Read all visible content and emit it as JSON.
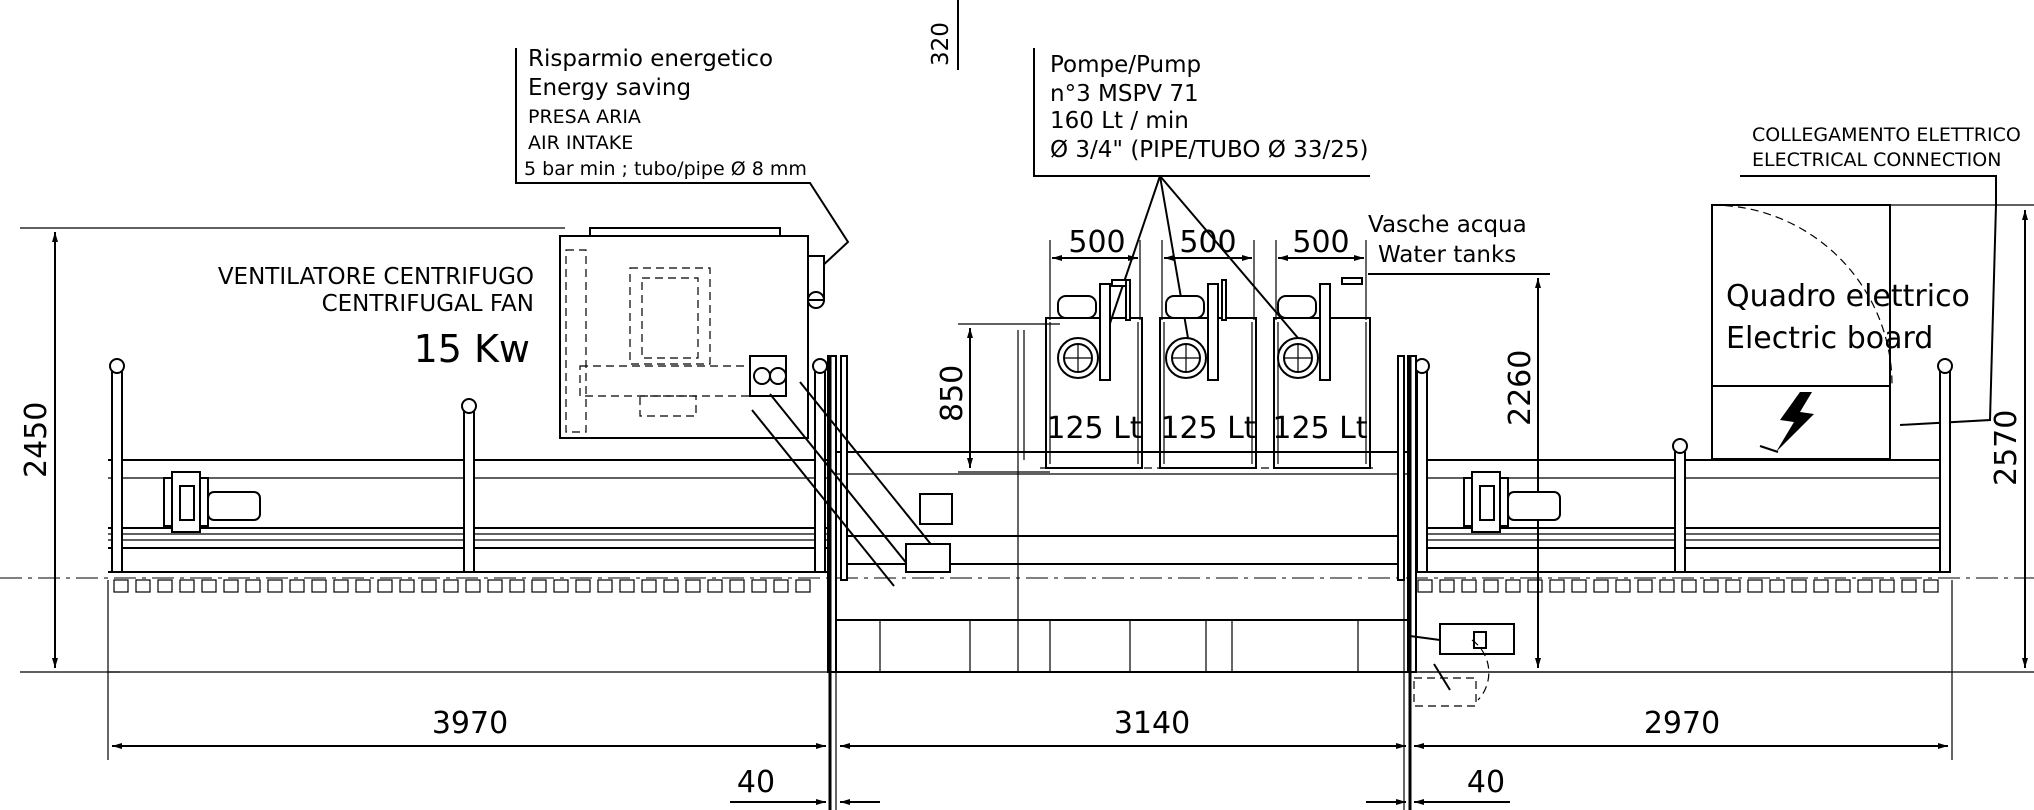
{
  "labels": {
    "energy_saving_it": "Risparmio energetico",
    "energy_saving_en": "Energy saving",
    "air_intake_it": "PRESA ARIA",
    "air_intake_en": "AIR INTAKE",
    "air_intake_spec": "5 bar min ; tubo/pipe Ø 8 mm",
    "pumps_title": "Pompe/Pump",
    "pumps_model": "n°3 MSPV 71",
    "pumps_flow": "160   Lt / min",
    "pumps_pipe": "Ø 3/4\" (PIPE/TUBO Ø 33/25)",
    "electrical_connection_it": "COLLEGAMENTO ELETTRICO",
    "electrical_connection_en": "ELECTRICAL CONNECTION",
    "water_tanks_it": "Vasche acqua",
    "water_tanks_en": "Water tanks",
    "fan_it": "VENTILATORE CENTRIFUGO",
    "fan_en": "CENTRIFUGAL FAN",
    "fan_power": "15 Kw",
    "board_it": "Quadro elettrico",
    "board_en": "Electric board",
    "tank_capacity_1": "125 Lt",
    "tank_capacity_2": "125 Lt",
    "tank_capacity_3": "125 Lt"
  },
  "dimensions": {
    "top_offset": "320",
    "tank_spacing_1": "500",
    "tank_spacing_2": "500",
    "tank_spacing_3": "500",
    "tank_height": "850",
    "tank_stand_height": "2260",
    "left_height": "2450",
    "right_height": "2570",
    "left_length": "3970",
    "middle_length": "3140",
    "right_length": "2970",
    "left_gap": "40",
    "right_gap": "40"
  },
  "colors": {
    "line": "#000000",
    "background": "#ffffff"
  }
}
